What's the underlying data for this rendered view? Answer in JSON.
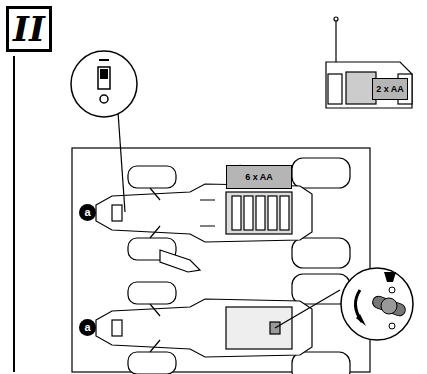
{
  "diagram": {
    "nodes": [
      {
        "text": [
          "II"
        ]
      },
      {
        "text": [
          "6 x AA"
        ]
      },
      {
        "text": [
          "2 x AA"
        ]
      },
      {
        "text": [
          "a"
        ]
      },
      {
        "text": [
          "a"
        ]
      }
    ]
  }
}
